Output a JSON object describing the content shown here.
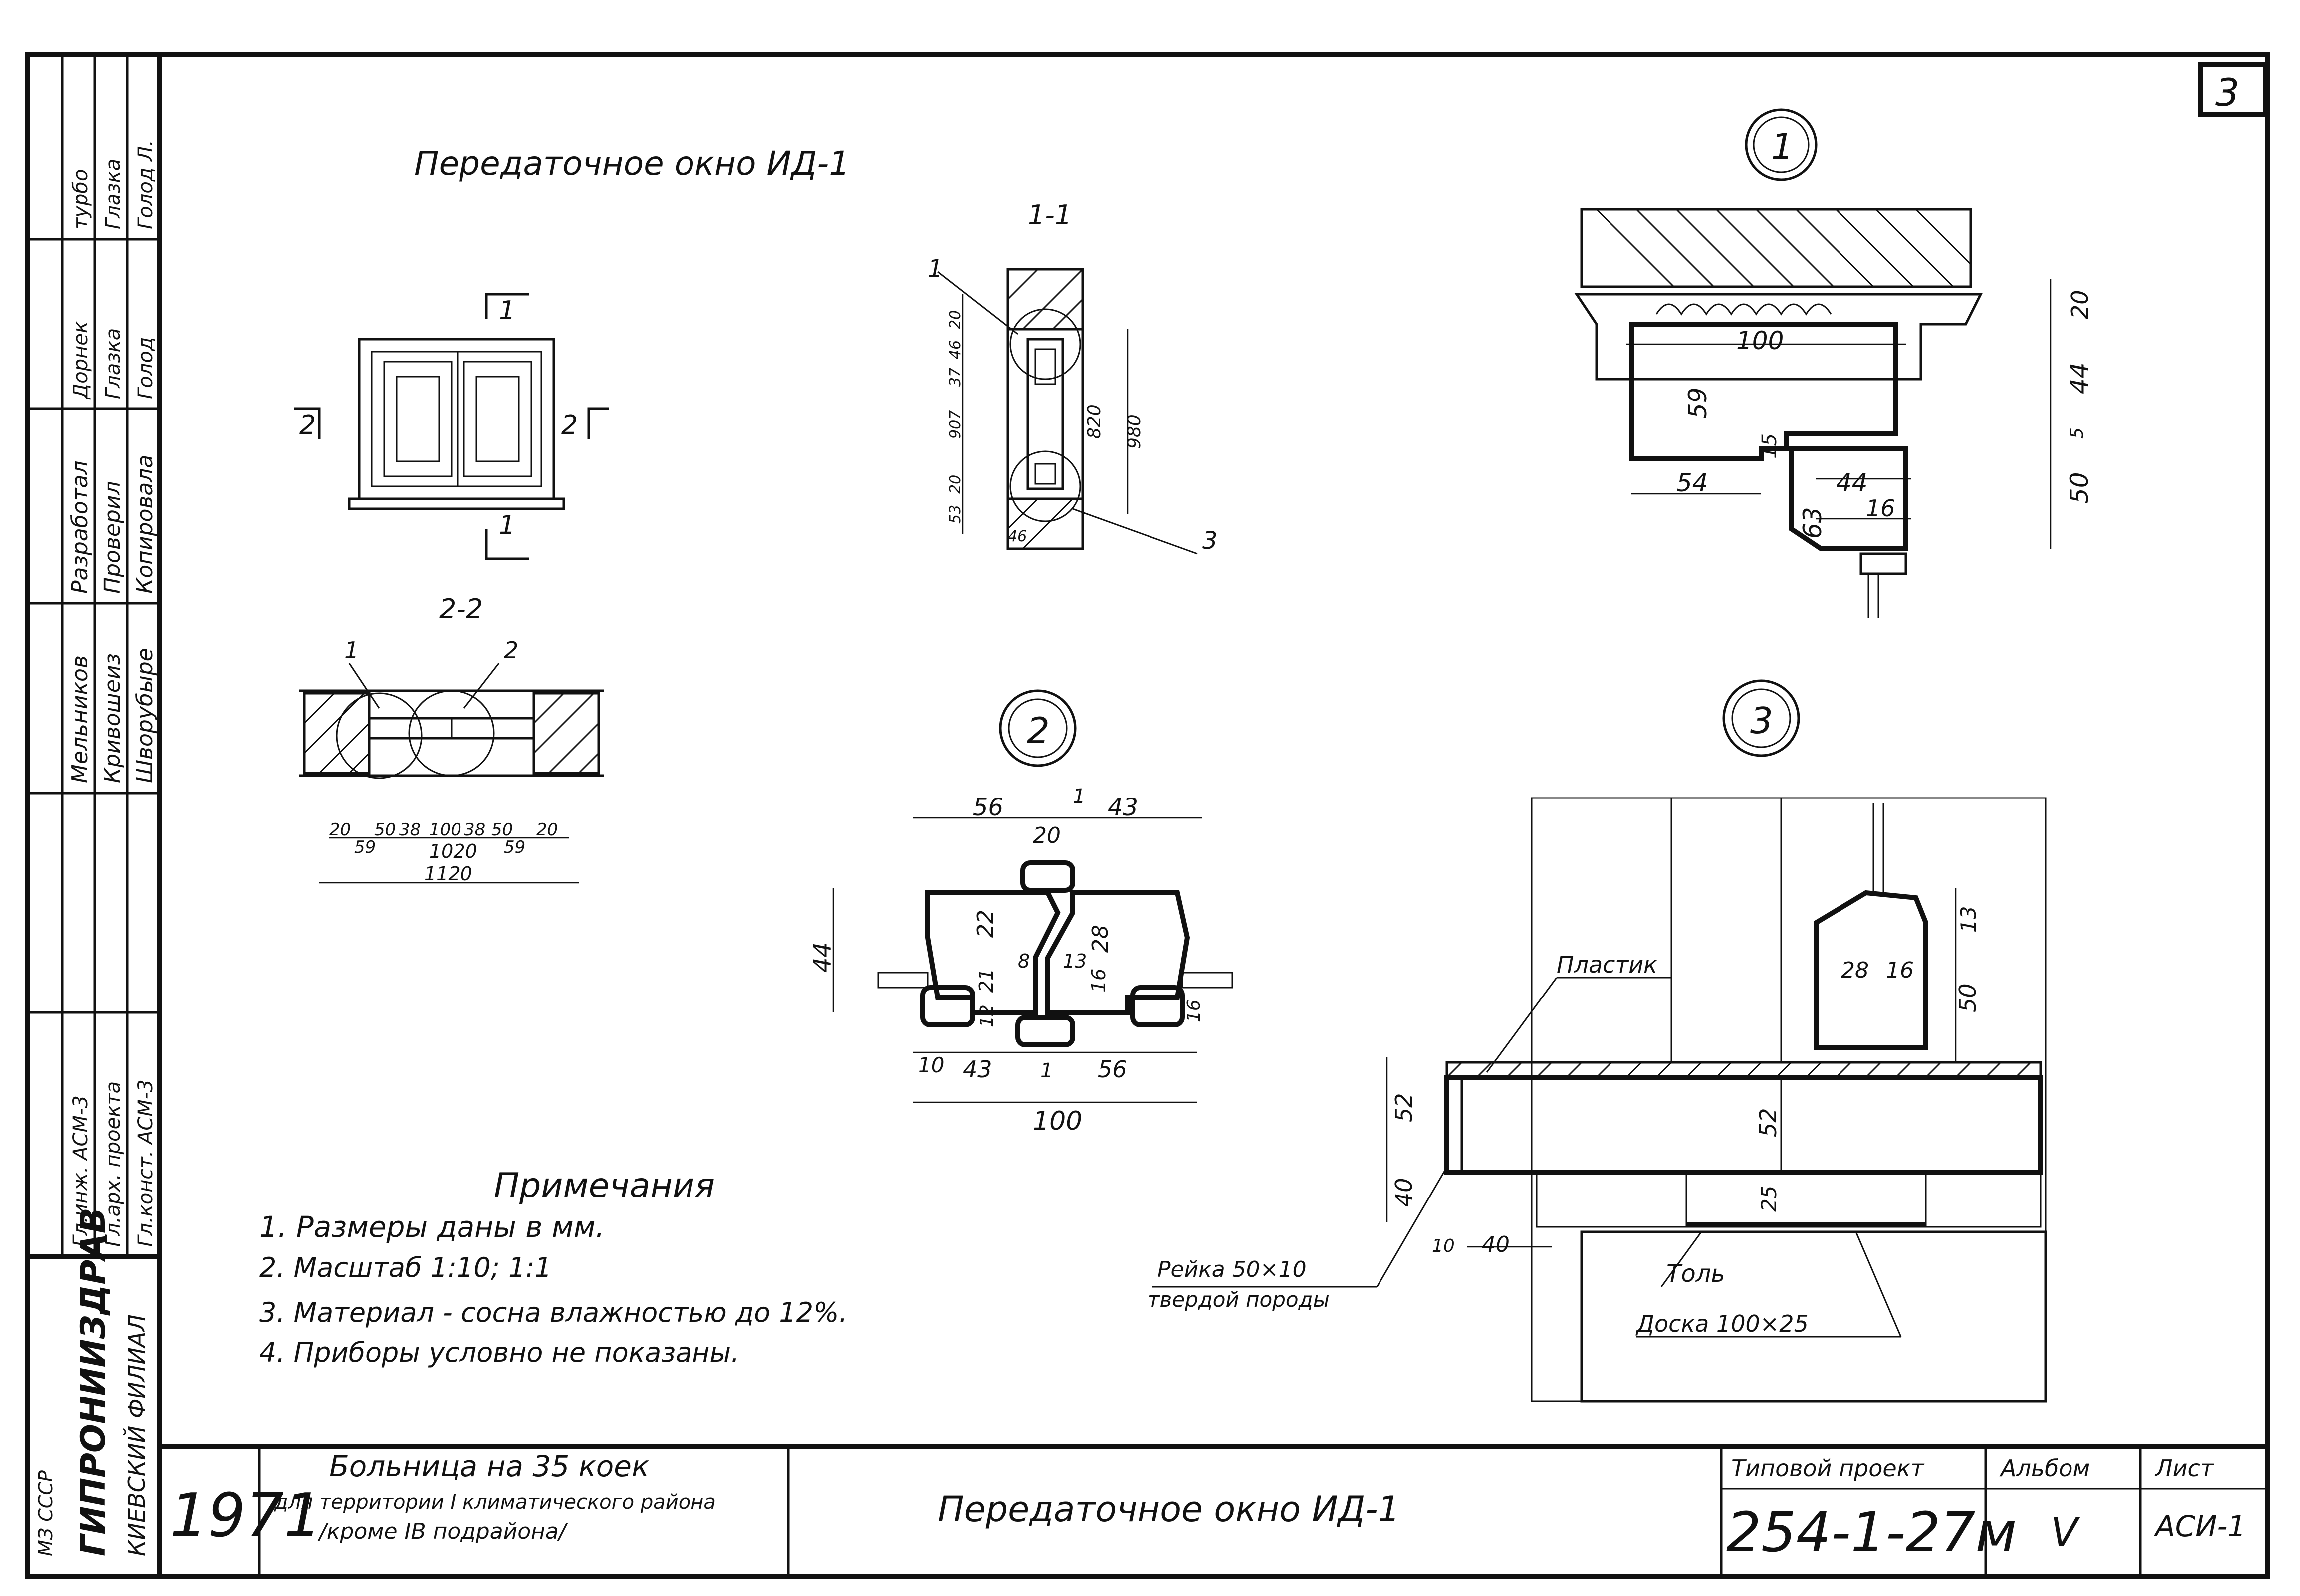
{
  "sheet_number": "3",
  "title": "Передаточное окно   ИД-1",
  "sections": {
    "s11": "1-1",
    "s22": "2-2",
    "cut1": "1",
    "cut2": "2"
  },
  "callouts": {
    "c1": "1",
    "c2": "2",
    "c3": "3"
  },
  "detail1_dims": [
    "100",
    "59",
    "15",
    "54",
    "44",
    "63",
    "16",
    "20",
    "44",
    "50",
    "5"
  ],
  "detail2_dims": [
    "56",
    "1",
    "43",
    "20",
    "44",
    "22",
    "28",
    "8",
    "13",
    "16",
    "21",
    "12",
    "10",
    "43",
    "1",
    "56",
    "100",
    "16"
  ],
  "detail3_dims": [
    "28",
    "16",
    "13",
    "50",
    "52",
    "52",
    "40",
    "25",
    "10",
    "40"
  ],
  "section11_dims": [
    "20",
    "46",
    "37",
    "980",
    "820",
    "907",
    "20",
    "53",
    "46"
  ],
  "section22_dims": [
    "20",
    "59",
    "50",
    "38",
    "100",
    "38",
    "50",
    "59",
    "20",
    "1020",
    "1120"
  ],
  "labels": {
    "plastic": "Пластик",
    "rail": "Рейка  50×10",
    "rail2": "твердой породы",
    "tol": "Толь",
    "board": "Доска  100×25"
  },
  "notes": {
    "heading": "Примечания",
    "items": [
      "1. Размеры   даны  в  мм.",
      "2. Масштаб  1:10; 1:1",
      "3. Материал - сосна  влажностью  до 12%.",
      "4. Приборы  условно   не  показаны."
    ]
  },
  "stamp": {
    "year": "1971",
    "org1": "ГИПРОНИИЗДРАВ",
    "org2": "КИЕВСКИЙ ФИЛИАЛ",
    "org0": "МЗ  СССР",
    "project_line1": "Больница на 35 коек",
    "project_line2": "для территории I климатического района",
    "project_line3": "/кроме IВ подрайона/",
    "drawing_title": "Передаточное    окно    ИД-1",
    "type_project_label": "Типовой проект",
    "type_project_value": "254-1-27м",
    "album_label": "Альбом",
    "album_value": "V",
    "sheet_label": "Лист",
    "sheet_value": "АСИ-1"
  },
  "side_stamp": {
    "roles": [
      "Гл.инж. АСМ-3",
      "Гл.арх. проекта",
      "Гл.конст. АСМ-3"
    ],
    "names": [
      "Мельников",
      "Кривошеиз",
      "Шворубыре"
    ],
    "roles2": [
      "Разработал",
      "Проверил",
      "Копировала"
    ],
    "names2": [
      "Дорнек",
      "Глазка",
      "Голод"
    ],
    "top": [
      "турбо",
      "Глазка",
      "Голод Л."
    ]
  }
}
